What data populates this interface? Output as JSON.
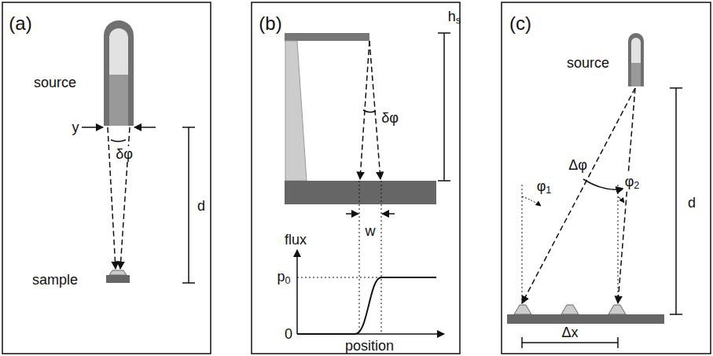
{
  "diagram": {
    "labels": [
      "(a)",
      "source",
      "y",
      "δφ",
      "d",
      "sample",
      "(b)",
      "hs",
      "δφ",
      "w",
      "flux",
      "p0",
      "0",
      "position",
      "(c)",
      "source",
      "Δφ",
      "d",
      "φ1",
      "φ2",
      "Δx"
    ]
  }
}
